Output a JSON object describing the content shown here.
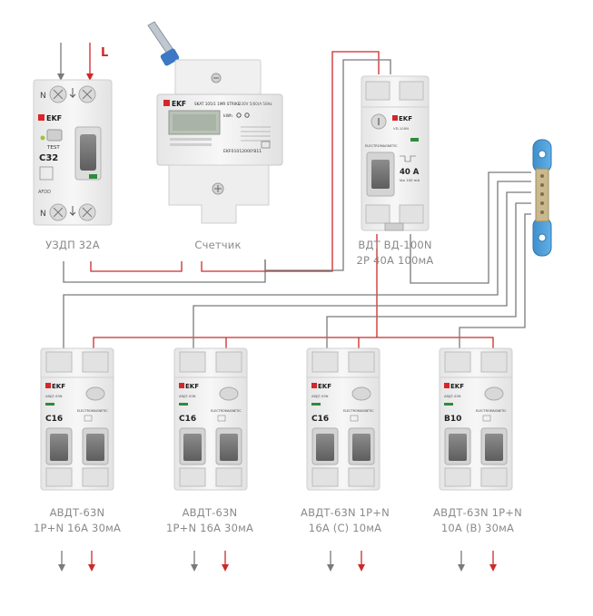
{
  "colors": {
    "neutral_wire": "#7a7a7a",
    "phase_wire": "#cc2a2a",
    "label_text": "#8a8a8a",
    "device_body": "#f2f2f2",
    "brand_red": "#d7252a",
    "busbar_blue": "#4a9cd6"
  },
  "top_input": {
    "phase_letter": "L"
  },
  "uzdp": {
    "caption": "УЗДП 32А",
    "brand": "EKF",
    "rating": "C32",
    "test_label": "TEST",
    "model": "AFDD",
    "terminal_top": "N",
    "terminal_bottom": "N"
  },
  "meter": {
    "caption": "Счетчик",
    "brand": "EKF",
    "title_line": "SKAT 105/1 1MR STRIKE",
    "spec_line": "230V 5(60)A 50Hz",
    "unit": "kWh",
    "serial": "EKF01012000'B11"
  },
  "vdt": {
    "caption_line1": "ВДТ ВД-100N",
    "caption_line2": "2Р 40А 100мА",
    "brand": "EKF",
    "model": "VD-100N",
    "type_label": "ELECTROMAGNETIC",
    "rating": "40 A",
    "sub_rating": "IΔn 100 mA"
  },
  "breakers": [
    {
      "caption_line1": "АВДТ-63N",
      "caption_line2": "1Р+N 16А 30мА",
      "rating": "C16",
      "brand": "EKF",
      "model": "АВДТ-63N",
      "type_label": "ELECTROMAGNETIC"
    },
    {
      "caption_line1": "АВДТ-63N",
      "caption_line2": "1Р+N 16А 30мА",
      "rating": "C16",
      "brand": "EKF",
      "model": "АВДТ-63N",
      "type_label": "ELECTROMAGNETIC"
    },
    {
      "caption_line1": "АВДТ-63N 1Р+N",
      "caption_line2": "16А (С) 10мА",
      "rating": "C16",
      "brand": "EKF",
      "model": "АВДТ-63N",
      "type_label": "ELECTROMAGNETIC"
    },
    {
      "caption_line1": "АВДТ-63N 1Р+N",
      "caption_line2": "10А (В) 30мА",
      "rating": "B10",
      "brand": "EKF",
      "model": "АВДТ-63N",
      "type_label": "ELECTROMAGNETIC"
    }
  ]
}
